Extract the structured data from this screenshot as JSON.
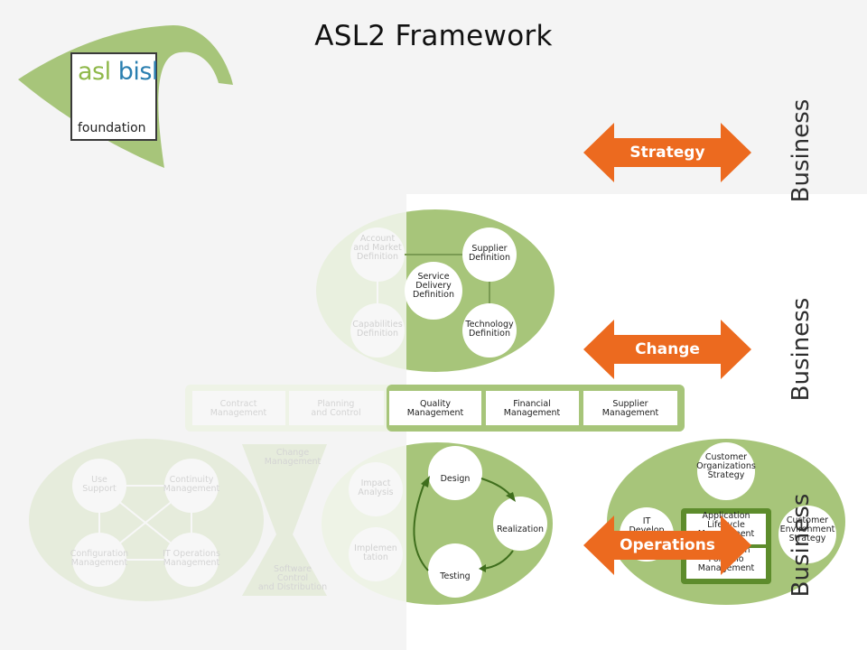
{
  "title": "ASL2 Framework",
  "logo": {
    "word1": "asl",
    "word2": "bisl",
    "subtitle": "foundation"
  },
  "arrows": {
    "strategy": "Strategy",
    "change": "Change",
    "operations": "Operations"
  },
  "side_labels": [
    "Business",
    "Business",
    "Business"
  ],
  "strategy_cluster": {
    "faded": [
      "Account|and Market|Definition",
      "Capabilities|Definition"
    ],
    "active": [
      "Supplier|Definition",
      "Service|Delivery|Definition",
      "Technology|Definition"
    ]
  },
  "connecting_row": {
    "faded": [
      "Contract|Management",
      "Planning|and Control"
    ],
    "active": [
      "Quality|Management",
      "Financial|Management",
      "Supplier|Management"
    ]
  },
  "operations_cluster": {
    "faded": [
      "Use|Support",
      "Continuity|Management",
      "Configuration|Management",
      "IT Operations|Management"
    ]
  },
  "hourglass": {
    "top": "Change|Management",
    "bottom": "Software|Control|and Distribution"
  },
  "change_cluster": {
    "faded": [
      "Impact|Analysis",
      "Implemen|tation"
    ],
    "active": [
      "Design",
      "Realization",
      "Testing"
    ]
  },
  "portfolio_cluster": {
    "top": "Customer|Organizations|Strategy",
    "left": "IT|Develop",
    "right": "Customer|Environment|Strategy",
    "box_top": "Application|Lifecycle|Management",
    "box_bottom": "Application|Portfolio|Management"
  },
  "colors": {
    "accent_orange": "#ec6a1f",
    "green": "#a7c57a",
    "dark_green": "#5d8c2c",
    "background_band": "#f4f4f4"
  }
}
